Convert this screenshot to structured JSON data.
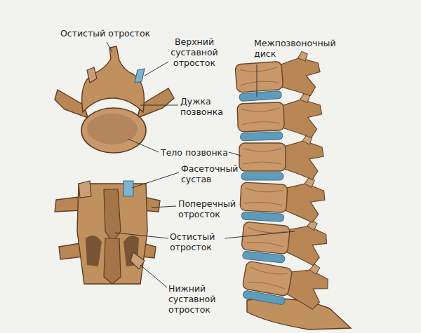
{
  "diagram": {
    "labels": [
      "Остистый отросток",
      "Верхний суставной отросток",
      "Межпозвоночный диск",
      "Дужка позвонка",
      "Тело позвонка",
      "Фасеточный сустав",
      "Поперечный отросток",
      "Остистый отросток",
      "Нижний суставной отросток"
    ]
  }
}
